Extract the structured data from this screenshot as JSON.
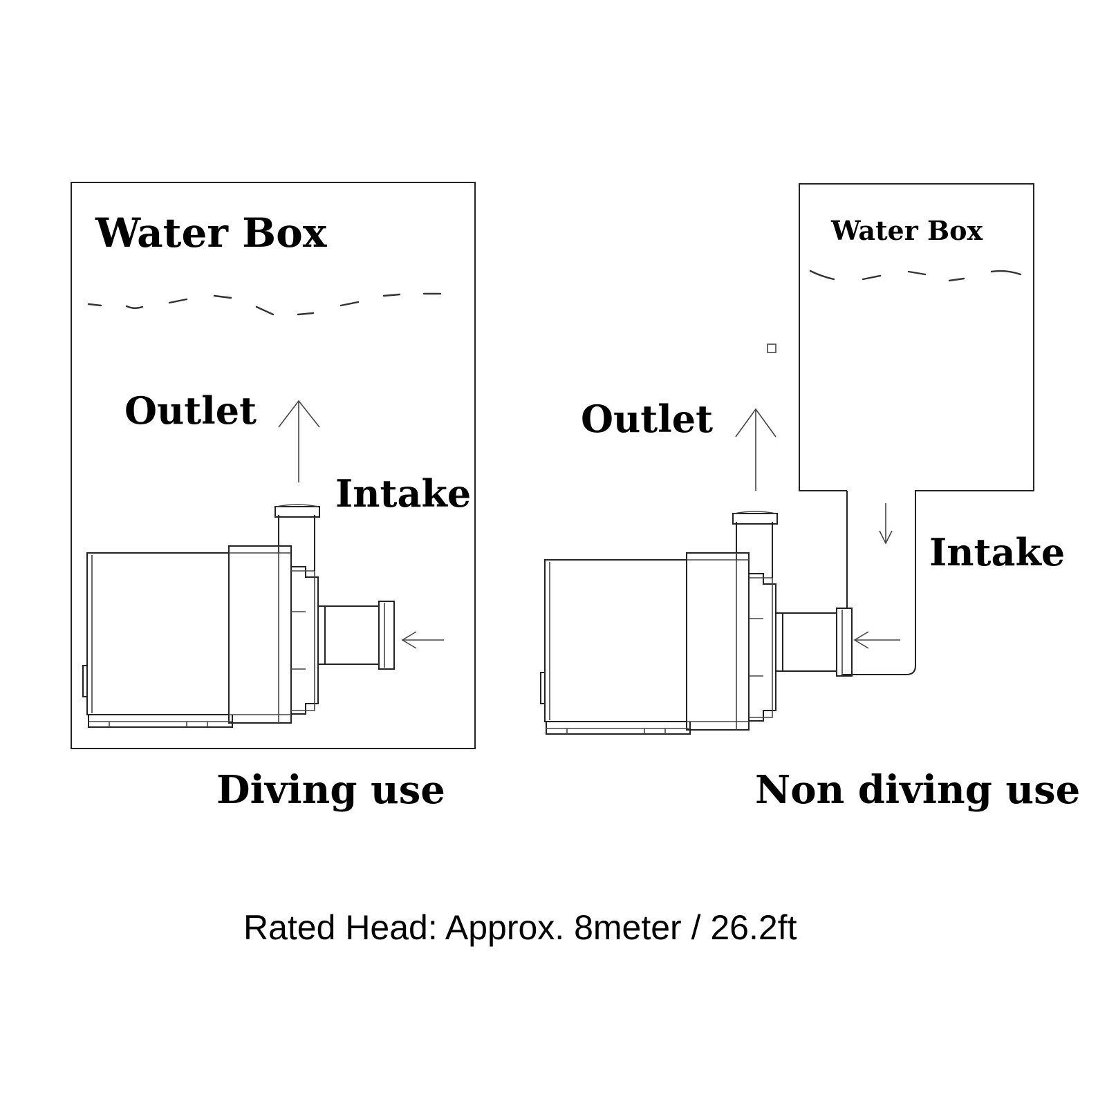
{
  "diving": {
    "box_label": "Water Box",
    "outlet_label": "Outlet",
    "intake_label": "Intake",
    "caption": "Diving use"
  },
  "non_diving": {
    "box_label": "Water Box",
    "outlet_label": "Outlet",
    "intake_label": "Intake",
    "caption": "Non diving use"
  },
  "rated_head": "Rated Head: Approx. 8meter / 26.2ft"
}
